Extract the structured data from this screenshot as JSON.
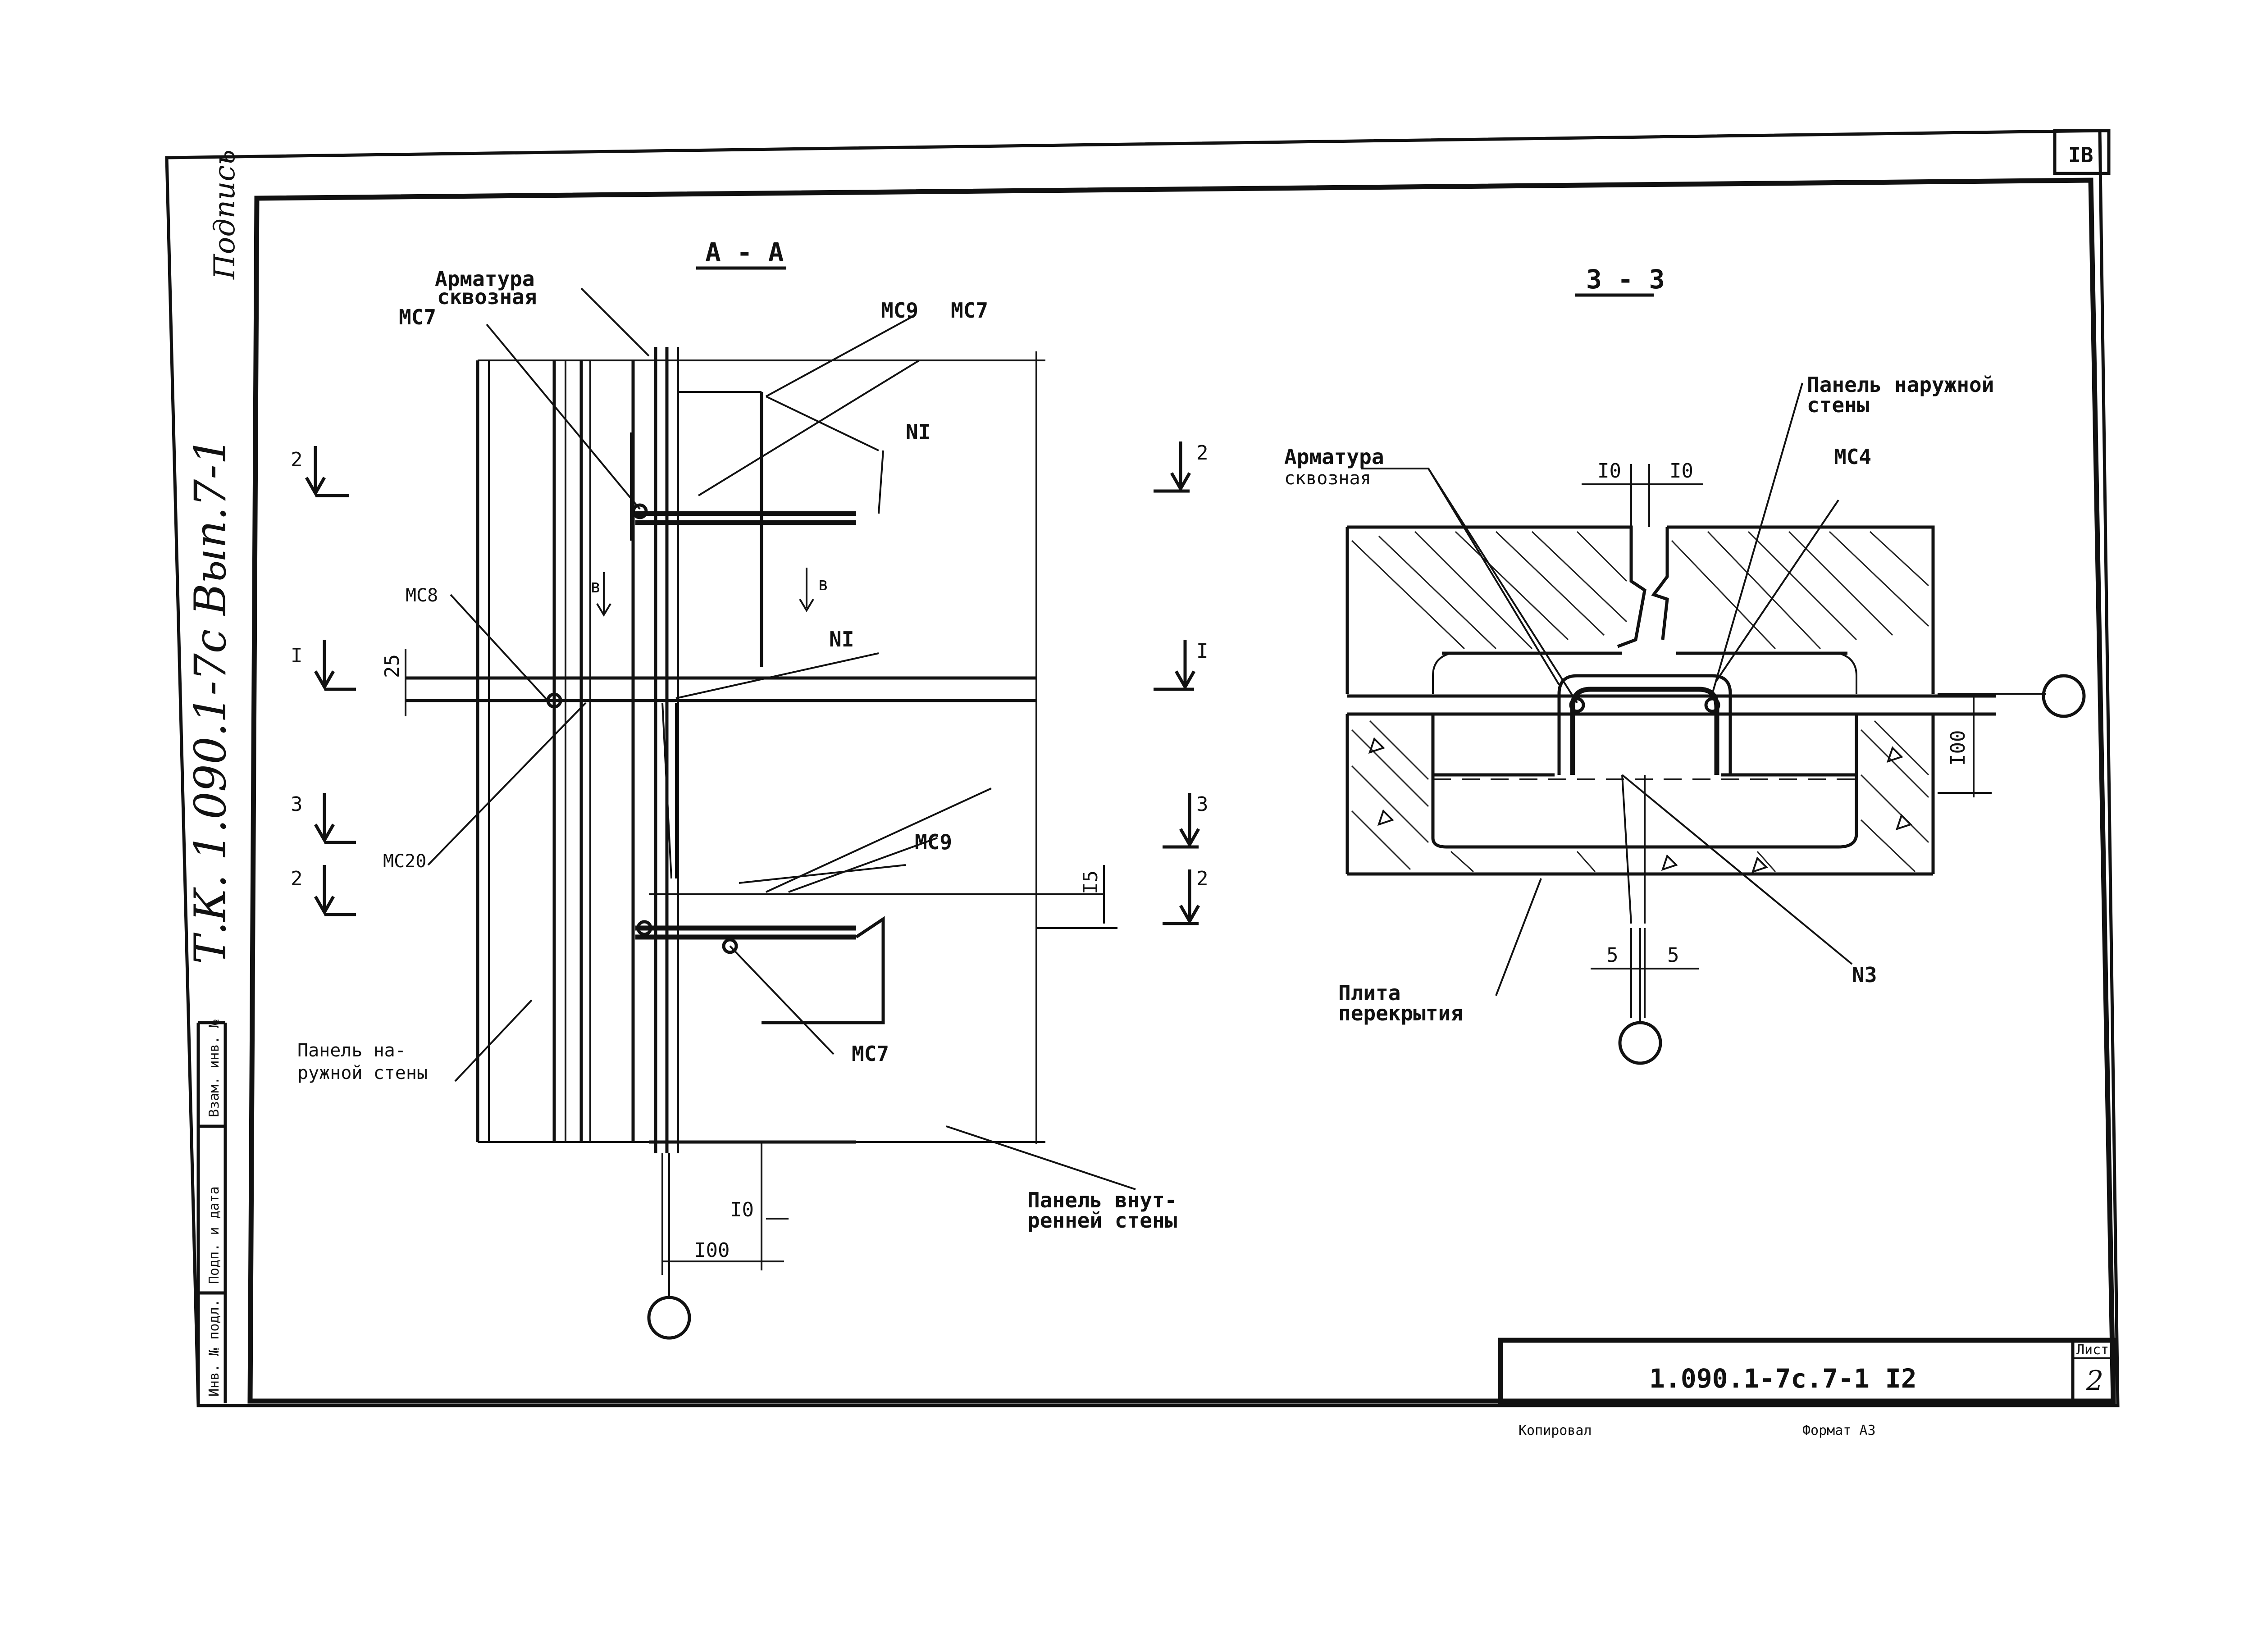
{
  "sheet": {
    "corner_number": "IB",
    "side_label": "Т.К. 1.090.1-7с Вып.7-1",
    "signature": "Подпись",
    "stamp_code": "1.090.1-7с.7-1 I2",
    "sheet_header": "Лист",
    "sheet_number": "2",
    "copied_by": "Копировал",
    "format": "Формат А3",
    "left_column_labels": [
      "Инв. № подл.",
      "Подп. и дата",
      "Взам. инв. №"
    ]
  },
  "view_aa": {
    "title": "А - А",
    "labels": {
      "armatura": "Арматура",
      "skvoznaya": "сквозная",
      "mc7_top": "МС7",
      "mc9_top": "МС9",
      "mc7_top2": "МС7",
      "n1_top": "NI",
      "mc8": "МС8",
      "n1_mid": "NI",
      "mc20": "МС20",
      "mc9_low": "МС9",
      "mc7_low": "МС7",
      "panel_outer_1": "Панель на-",
      "panel_outer_2": "ружной стены",
      "panel_inner_1": "Панель внут-",
      "panel_inner_2": "ренней стены"
    },
    "section_marks": {
      "left": [
        "2",
        "I",
        "3",
        "2"
      ],
      "right": [
        "2",
        "I",
        "3",
        "2"
      ],
      "v_left": "в",
      "v_right": "в"
    },
    "dims": {
      "d25": "25",
      "d15": "I5",
      "d10": "I0",
      "d100": "I00"
    }
  },
  "view_33": {
    "title": "3 - 3",
    "labels": {
      "panel_outer_1": "Панель наружной",
      "panel_outer_2": "стены",
      "armatura": "Арматура",
      "skvoznaya": "сквозная",
      "mc4": "МС4",
      "n3": "N3",
      "slab_1": "Плита",
      "slab_2": "перекрытия"
    },
    "dims": {
      "d10_left": "I0",
      "d10_right": "I0",
      "d100": "I00",
      "d5_left": "5",
      "d5_right": "5"
    }
  }
}
